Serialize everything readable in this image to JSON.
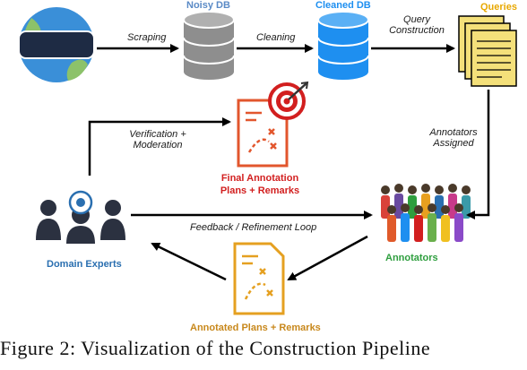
{
  "nodes": {
    "noisy_db": "Noisy DB",
    "cleaned_db": "Cleaned DB",
    "queries": "Queries",
    "www": "WWW",
    "final_plans": [
      "Final Annotation",
      "Plans + Remarks"
    ],
    "domain_experts": "Domain Experts",
    "annotators": "Annotators",
    "annotated_plans": "Annotated Plans + Remarks"
  },
  "edges": {
    "scraping": "Scraping",
    "cleaning": "Cleaning",
    "query_construction": [
      "Query",
      "Construction"
    ],
    "verification": [
      "Verification +",
      "Moderation"
    ],
    "annotators_assigned": [
      "Annotators",
      "Assigned"
    ],
    "feedback": "Feedback / Refinement Loop"
  },
  "caption": "Figure 2: Visualization of the Construction Pipeline",
  "colors": {
    "db_fill": "#8e8e8e",
    "db_blue": "#1e8ff0",
    "noisy_title": "#5a8ac6",
    "cleaned_title": "#1e8ff0",
    "queries_title": "#e8a800",
    "final_title": "#d21f1f",
    "experts_title": "#2a6fb0",
    "annotators_title": "#2e9e3e",
    "annotated_title": "#c8881c",
    "plan_red": "#e2562d",
    "plan_orange": "#e5a020"
  }
}
